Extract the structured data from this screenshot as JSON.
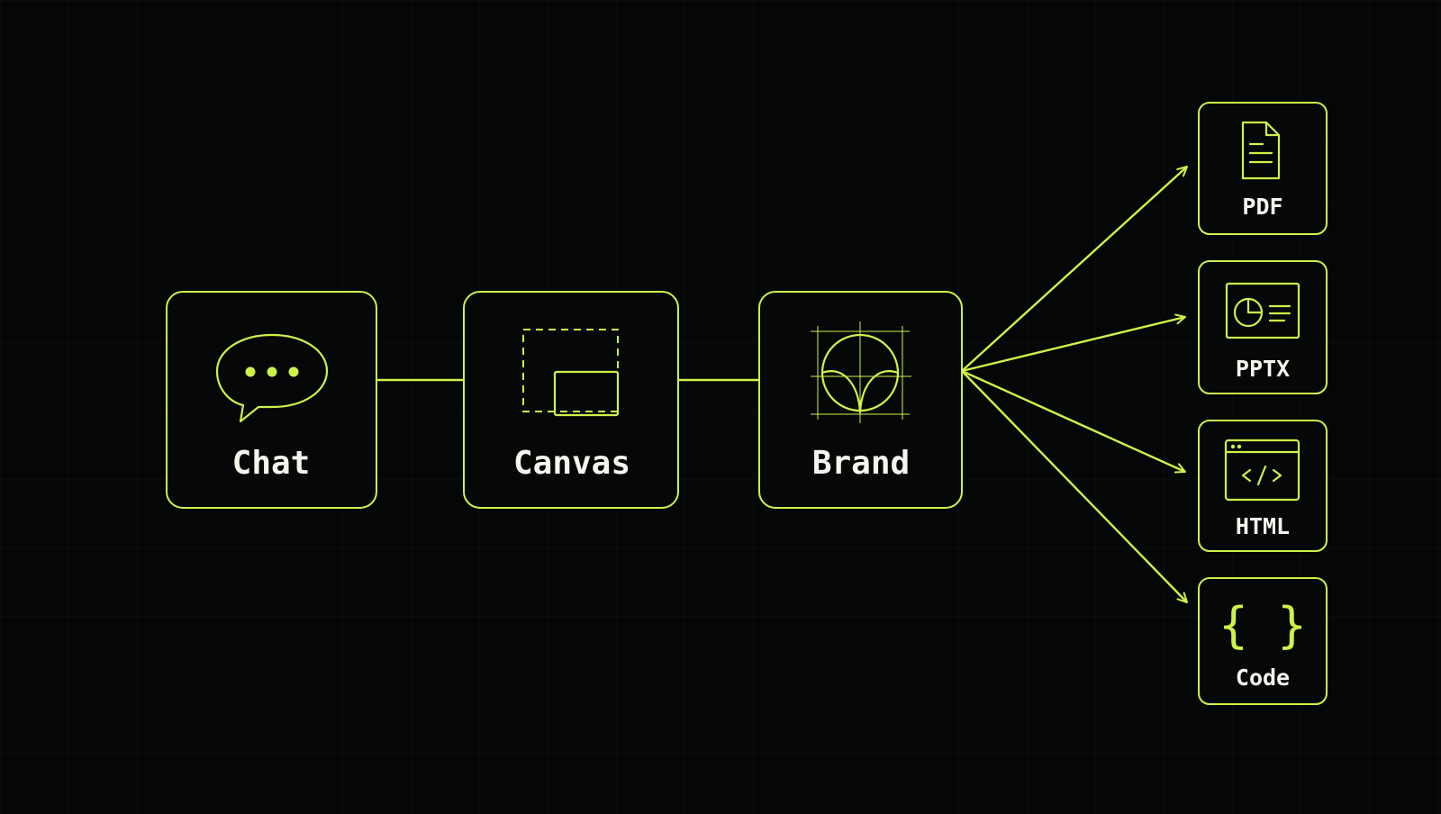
{
  "colors": {
    "background": "#050606",
    "accent": "#cdf24a",
    "text": "#f4f6ee"
  },
  "nodes": {
    "chat": {
      "label": "Chat",
      "icon": "chat-bubble-icon"
    },
    "canvas": {
      "label": "Canvas",
      "icon": "canvas-frame-icon"
    },
    "brand": {
      "label": "Brand",
      "icon": "brand-mark-icon"
    }
  },
  "outputs": {
    "pdf": {
      "label": "PDF",
      "icon": "document-icon"
    },
    "pptx": {
      "label": "PPTX",
      "icon": "presentation-icon"
    },
    "html": {
      "label": "HTML",
      "icon": "code-window-icon"
    },
    "code": {
      "label": "Code",
      "icon": "curly-braces-icon",
      "glyph": "{ }"
    }
  }
}
